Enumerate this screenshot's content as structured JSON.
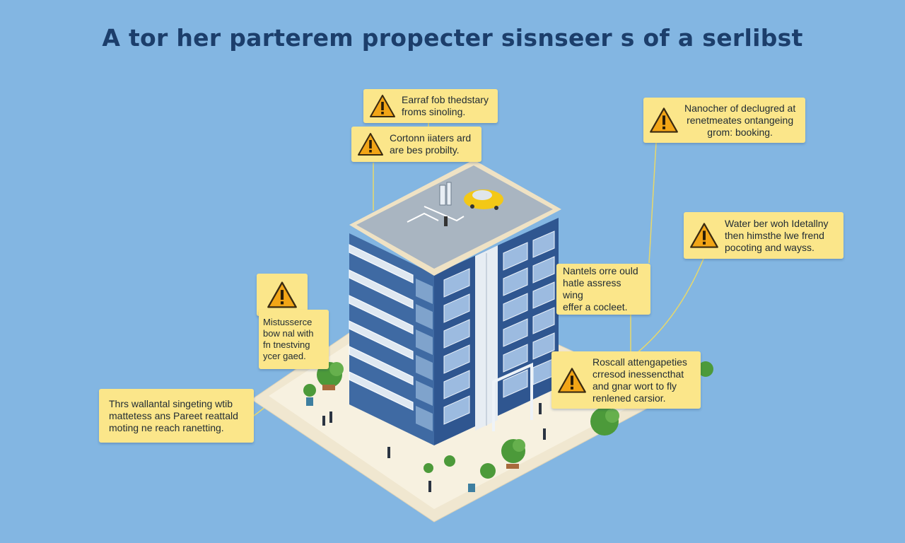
{
  "title": "A tor her parterem propecter sisnseer s of a serlibst",
  "callouts": [
    {
      "id": "c1",
      "icon": "warning-icon",
      "text": "Earraf fob thedstary\nfroms sinoling."
    },
    {
      "id": "c2",
      "icon": "warning-icon",
      "text": "Cortonn iiaters ard\nare bes probilty."
    },
    {
      "id": "c3",
      "icon": "warning-icon",
      "text": "Nanocher of declugred at\nrenetmeates ontangeing\ngrom: booking."
    },
    {
      "id": "c4",
      "icon": "warning-icon",
      "text": "Water ber woh Idetallny\nthen himsthe lwe frend\npocoting and wayss."
    },
    {
      "id": "c5",
      "icon": "warning-icon",
      "text": ""
    },
    {
      "id": "c6",
      "icon": "",
      "text": "Mistusserce\nbow nal with\nfn tnestving\nycer gaed."
    },
    {
      "id": "c7",
      "icon": "",
      "text": "Nantels orre ould\nhatle assress wing\neffer a cocleet."
    },
    {
      "id": "c8",
      "icon": "warning-icon",
      "text": "Roscall attengapeties\ncrresod inessencthat\nand gnar wort to fly\nrenlened carsior."
    },
    {
      "id": "c9",
      "icon": "",
      "text": "Thrs wallantal singeting wtib\nmattetess ans Pareet reattald\nmoting ne reach ranetting."
    }
  ],
  "colors": {
    "background": "#83b6e2",
    "note": "#fbe68a",
    "warning": "#f2a516",
    "building": "#3f6aa3",
    "title": "#1c3e6b"
  }
}
